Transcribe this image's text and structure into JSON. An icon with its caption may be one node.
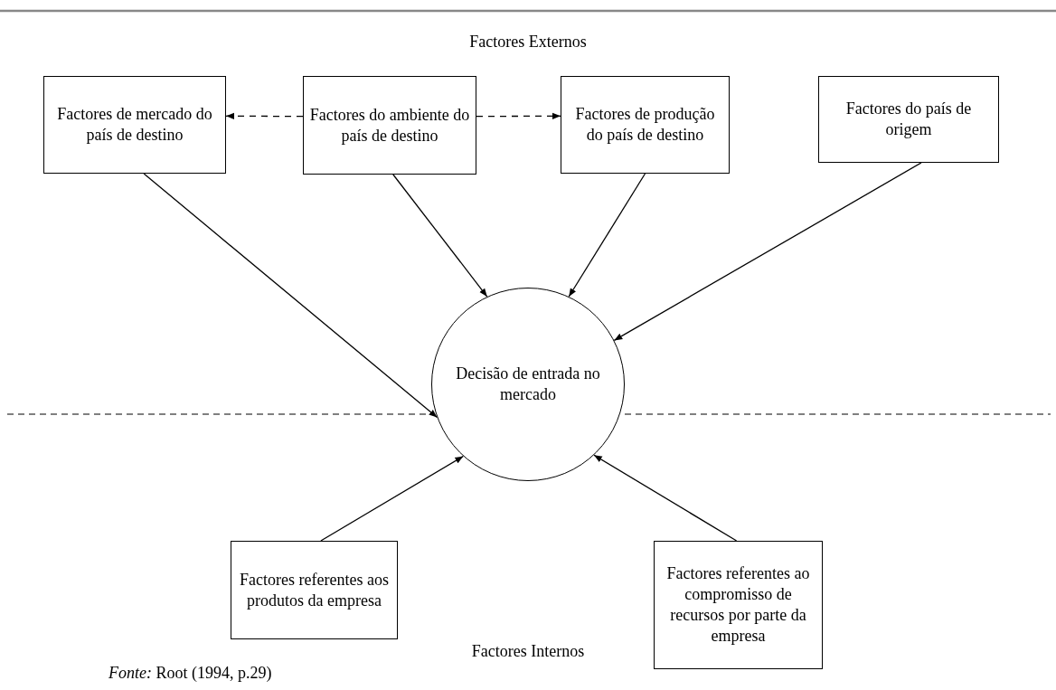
{
  "diagram": {
    "title": "Factores Externos",
    "caption": "*Fonte:* Root (1994, p.29)",
    "nodes": [
      {
        "text": [
          "Factores de mercado do país de destino"
        ]
      },
      {
        "text": [
          "Factores do ambiente do país de destino"
        ]
      },
      {
        "text": [
          "Factores de produção do país de destino"
        ]
      },
      {
        "text": [
          "Factores do país de origem"
        ]
      },
      {
        "text": [
          "Decisão de entrada no mercado"
        ]
      },
      {
        "text": [
          "Factores referentes aos produtos da empresa"
        ]
      },
      {
        "text": [
          "Factores referentes ao compromisso de recursos por parte da empresa"
        ]
      }
    ],
    "edges": [
      {
        "from": 1,
        "to": 0,
        "arrow": "to",
        "style": "dashed"
      },
      {
        "from": 1,
        "to": 2,
        "arrow": "to",
        "style": "dashed"
      },
      {
        "from": 0,
        "to": 4,
        "arrow": "to"
      },
      {
        "from": 1,
        "to": 4,
        "arrow": "to"
      },
      {
        "from": 2,
        "to": 4,
        "arrow": "to"
      },
      {
        "from": 3,
        "to": 4,
        "arrow": "to"
      },
      {
        "from": 5,
        "to": 4,
        "arrow": "to"
      },
      {
        "from": 6,
        "to": 4,
        "arrow": "to"
      }
    ],
    "labels": [
      "Factores Internos"
    ]
  }
}
